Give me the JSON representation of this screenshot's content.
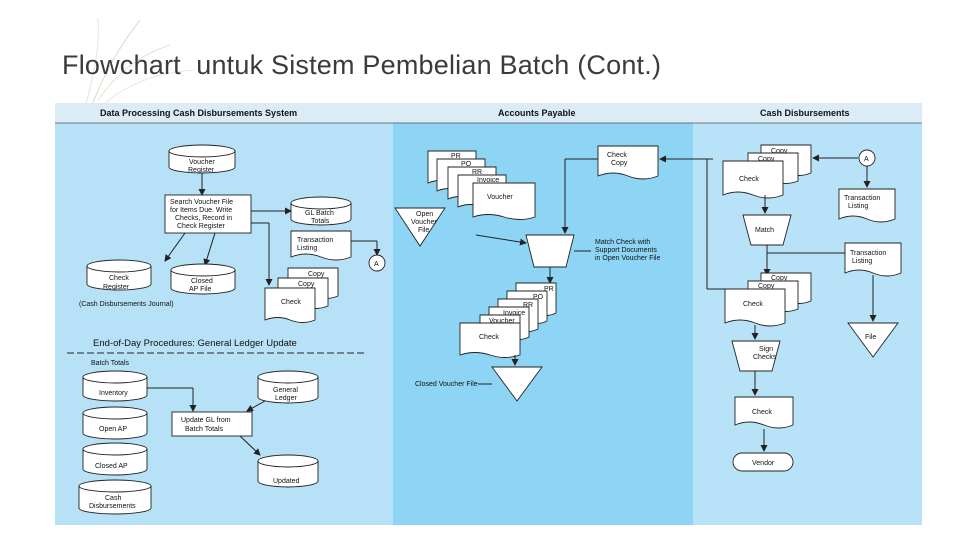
{
  "slide": {
    "title": "Flowchart  untuk Sistem Pembelian Batch (Cont.)"
  },
  "colors": {
    "left_panel": "#b6e1f7",
    "mid_panel": "#8dd4f5",
    "right_panel": "#b8e2f8",
    "header_band": "#dcecf6"
  },
  "lanes": {
    "left": "Data Processing Cash Disbursements System",
    "middle": "Accounts Payable",
    "right": "Cash Disbursements"
  },
  "left": {
    "voucher_register": [
      "Voucher",
      "Register"
    ],
    "search_process": [
      "Search Voucher File",
      "for Items Due. Write",
      "Checks, Record in",
      "Check Register"
    ],
    "gl_batch_totals": [
      "GL Batch",
      "Totals"
    ],
    "transaction_listing": [
      "Transaction",
      "Listing"
    ],
    "connector_a": "A",
    "check_register": [
      "Check",
      "Register"
    ],
    "closed_ap_file": [
      "Closed",
      "AP File"
    ],
    "cash_disb_journal": "(Cash Disbursements Journal)",
    "copy1": "Copy",
    "copy2": "Copy",
    "check": "Check",
    "eod_title": "End-of-Day Procedures: General Ledger Update",
    "batch_totals": "Batch Totals",
    "inventory": "Inventory",
    "open_ap": "Open AP",
    "closed_ap": "Closed AP",
    "cash_disbursements": [
      "Cash",
      "Disbursements"
    ],
    "general_ledger": [
      "General",
      "Ledger"
    ],
    "update_gl": [
      "Update GL from",
      "Batch Totals"
    ],
    "updated": "Updated"
  },
  "middle": {
    "docs_top": [
      "PR",
      "PO",
      "RR",
      "Invoice",
      "Voucher"
    ],
    "open_voucher_file": [
      "Open",
      "Voucher",
      "File"
    ],
    "check_copy": [
      "Check",
      "Copy"
    ],
    "match_note": [
      "Match Check with",
      "Support Documents",
      "in Open Voucher File"
    ],
    "docs_bottom": [
      "PR",
      "PO",
      "RR",
      "Invoice",
      "Voucher",
      "Check"
    ],
    "closed_voucher_file": "Closed Voucher File"
  },
  "right": {
    "copy_a": "Copy",
    "copy_b": "Copy",
    "check_top": "Check",
    "connector_a": "A",
    "transaction_listing": [
      "Transaction",
      "Listing"
    ],
    "match": "Match",
    "transaction_listing2": [
      "Transaction",
      "Listing"
    ],
    "copy_c": "Copy",
    "copy_d": "Copy",
    "check_mid": "Check",
    "file": "File",
    "sign_checks": [
      "Sign",
      "Checks"
    ],
    "check_bottom": "Check",
    "vendor": "Vendor"
  }
}
